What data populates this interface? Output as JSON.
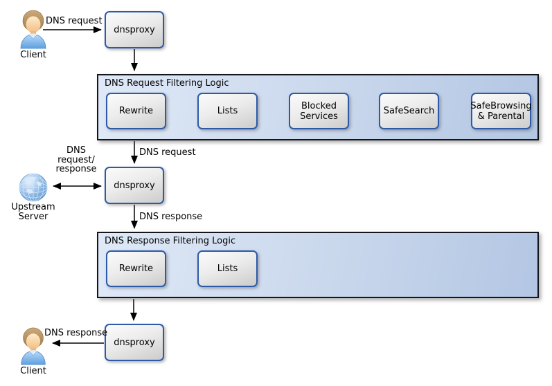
{
  "nodes": {
    "client_top": "Client",
    "client_bottom": "Client",
    "upstream": "Upstream\nServer",
    "dnsproxy_top": "dnsproxy",
    "dnsproxy_mid": "dnsproxy",
    "dnsproxy_bottom": "dnsproxy"
  },
  "labels": {
    "dns_request_top": "DNS request",
    "dns_request_mid": "DNS request",
    "dns_request_response": "DNS\nrequest/\nresponse",
    "dns_response_mid": "DNS response",
    "dns_response_bottom": "DNS response"
  },
  "request_filtering": {
    "title": "DNS Request Filtering Logic",
    "steps": [
      {
        "label": "Rewrite"
      },
      {
        "label": "Lists"
      },
      {
        "label": "Blocked Services"
      },
      {
        "label": "SafeSearch"
      },
      {
        "label": "SafeBrowsing & Parental"
      }
    ]
  },
  "response_filtering": {
    "title": "DNS Response Filtering Logic",
    "steps": [
      {
        "label": "Rewrite"
      },
      {
        "label": "Lists"
      }
    ]
  },
  "colors": {
    "container_bg_left": "#dfe9f7",
    "container_bg_right": "#b3c6e3",
    "container_border": "#15151c",
    "node_border": "#2c5aa8",
    "node_bg_top": "#fbfbfb",
    "node_bg_bottom": "#cccccc",
    "arrow": "#000000",
    "globe_blue": "#5d9bd3",
    "shirt_blue": "#6ba7e5"
  }
}
